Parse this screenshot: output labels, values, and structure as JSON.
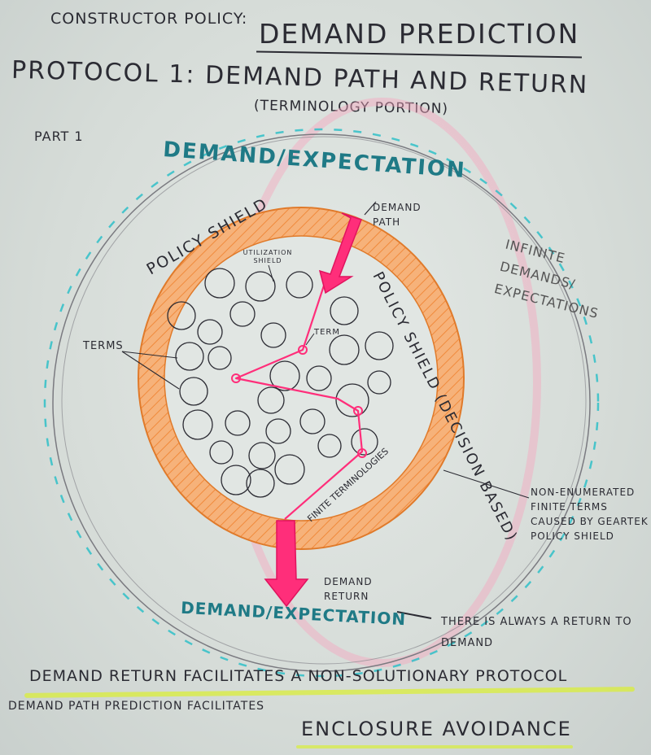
{
  "header": {
    "policy_label": "CONSTRUCTOR POLICY:",
    "main_title": "DEMAND PREDICTION"
  },
  "protocol": {
    "title": "PROTOCOL 1: DEMAND PATH AND RETURN",
    "subtitle": "(TERMINOLOGY PORTION)",
    "part": "PART 1"
  },
  "diagram": {
    "demand_top": "DEMAND/EXPECTATION",
    "demand_bottom": "DEMAND/EXPECTATION",
    "policy_shield_left": "POLICY SHIELD",
    "policy_shield_right": "POLICY SHIELD (DECISION BASED)",
    "utilization_shield": "UTILIZATION SHIELD",
    "term_label": "TERM",
    "terms_label": "TERMS",
    "finite_terminologies": "FINITE TERMINOLOGIES",
    "demand_path": "DEMAND PATH",
    "demand_return": "DEMAND RETURN",
    "infinite": "INFINITE DEMANDS/ EXPECTATIONS",
    "non_enumerated": "NON-ENUMERATED FINITE TERMS CAUSED BY GEARTEK POLICY SHIELD",
    "always_return": "THERE IS ALWAYS A RETURN TO DEMAND",
    "colors": {
      "teal": "#1f7a86",
      "orange": "#f6b27a",
      "pink": "#ff2e7a",
      "ink": "#2b2b33"
    }
  },
  "footer": {
    "line1": "DEMAND RETURN FACILITATES A NON-SOLUTIONARY PROTOCOL",
    "line2_small": "DEMAND PATH PREDICTION FACILITATES",
    "line2_big": "ENCLOSURE AVOIDANCE"
  }
}
